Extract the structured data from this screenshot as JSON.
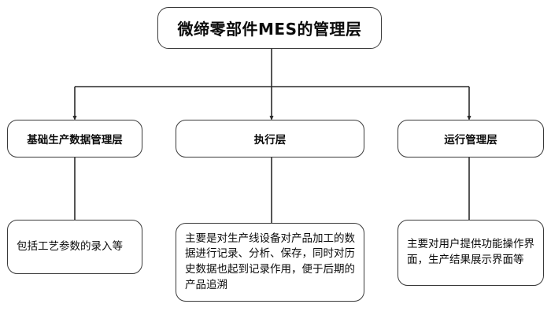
{
  "diagram": {
    "type": "tree-hierarchy",
    "title_node": {
      "text": "微缔零部件MES的管理层"
    },
    "branches": [
      {
        "id": "basic-production-data",
        "label": "基础生产数据管理层",
        "detail": "包括工艺参数的录入等"
      },
      {
        "id": "execution",
        "label": "执行层",
        "detail": "主要是对生产线设备对产品加工的数据进行记录、分析、保存，同时对历史数据也起到记录作用，便于后期的产品追溯"
      },
      {
        "id": "operation-management",
        "label": "运行管理层",
        "detail": "主要对用户提供功能操作界面，生产结果展示界面等"
      }
    ],
    "style": {
      "background": "#ffffff",
      "node_border": "#3a3a3a",
      "node_fill": "#ffffff",
      "connector": "#2b2b2b",
      "text": "#0b0b0b"
    }
  }
}
